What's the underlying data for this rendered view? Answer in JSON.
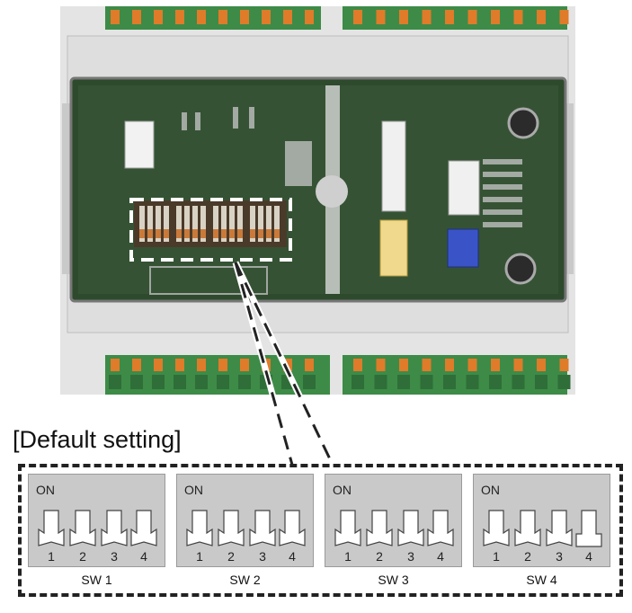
{
  "caption": "[Default setting]",
  "dip_switch_groups": [
    {
      "label": "SW 1",
      "on_label": "ON",
      "switches": [
        {
          "number": "1",
          "position": "OFF"
        },
        {
          "number": "2",
          "position": "OFF"
        },
        {
          "number": "3",
          "position": "OFF"
        },
        {
          "number": "4",
          "position": "OFF"
        }
      ]
    },
    {
      "label": "SW 2",
      "on_label": "ON",
      "switches": [
        {
          "number": "1",
          "position": "OFF"
        },
        {
          "number": "2",
          "position": "OFF"
        },
        {
          "number": "3",
          "position": "OFF"
        },
        {
          "number": "4",
          "position": "OFF"
        }
      ]
    },
    {
      "label": "SW 3",
      "on_label": "ON",
      "switches": [
        {
          "number": "1",
          "position": "OFF"
        },
        {
          "number": "2",
          "position": "OFF"
        },
        {
          "number": "3",
          "position": "OFF"
        },
        {
          "number": "4",
          "position": "OFF"
        }
      ]
    },
    {
      "label": "SW 4",
      "on_label": "ON",
      "switches": [
        {
          "number": "1",
          "position": "OFF"
        },
        {
          "number": "2",
          "position": "OFF"
        },
        {
          "number": "3",
          "position": "OFF"
        },
        {
          "number": "4",
          "position": "ON"
        }
      ]
    }
  ],
  "colors": {
    "terminal_green": "#3c8a46",
    "terminal_orange": "#e07b2a",
    "pcb_green": "#2f4a2c",
    "switch_panel": "#c9c9c9",
    "callout_line": "#222222"
  }
}
